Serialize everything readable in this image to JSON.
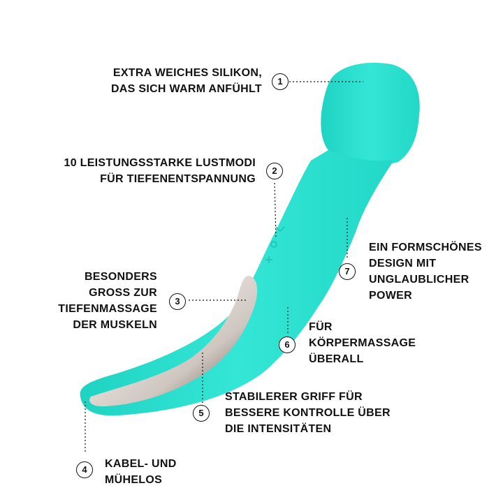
{
  "accent_color": "#2ee0cf",
  "handle_color": "#c9c3bd",
  "callouts": [
    {
      "n": "1",
      "lines": [
        "EXTRA WEICHES SILIKON,",
        "DAS SICH WARM ANFÜHLT"
      ]
    },
    {
      "n": "2",
      "lines": [
        "10 LEISTUNGSSTARKE LUSTMODI",
        "FÜR TIEFENENTSPANNUNG"
      ]
    },
    {
      "n": "3",
      "lines": [
        "BESONDERS",
        "GROSS ZUR",
        "TIEFENMASSAGE",
        "DER MUSKELN"
      ]
    },
    {
      "n": "4",
      "lines": [
        "KABEL- UND",
        "MÜHELOS"
      ]
    },
    {
      "n": "5",
      "lines": [
        "STABILERER GRIFF FÜR",
        "BESSERE KONTROLLE ÜBER",
        "DIE INTENSITÄTEN"
      ]
    },
    {
      "n": "6",
      "lines": [
        "FÜR",
        "KÖRPERMASSAGE",
        "ÜBERALL"
      ]
    },
    {
      "n": "7",
      "lines": [
        "EIN FORMSCHÖNES",
        "DESIGN MIT",
        "UNGLAUBLICHER",
        "POWER"
      ]
    }
  ]
}
